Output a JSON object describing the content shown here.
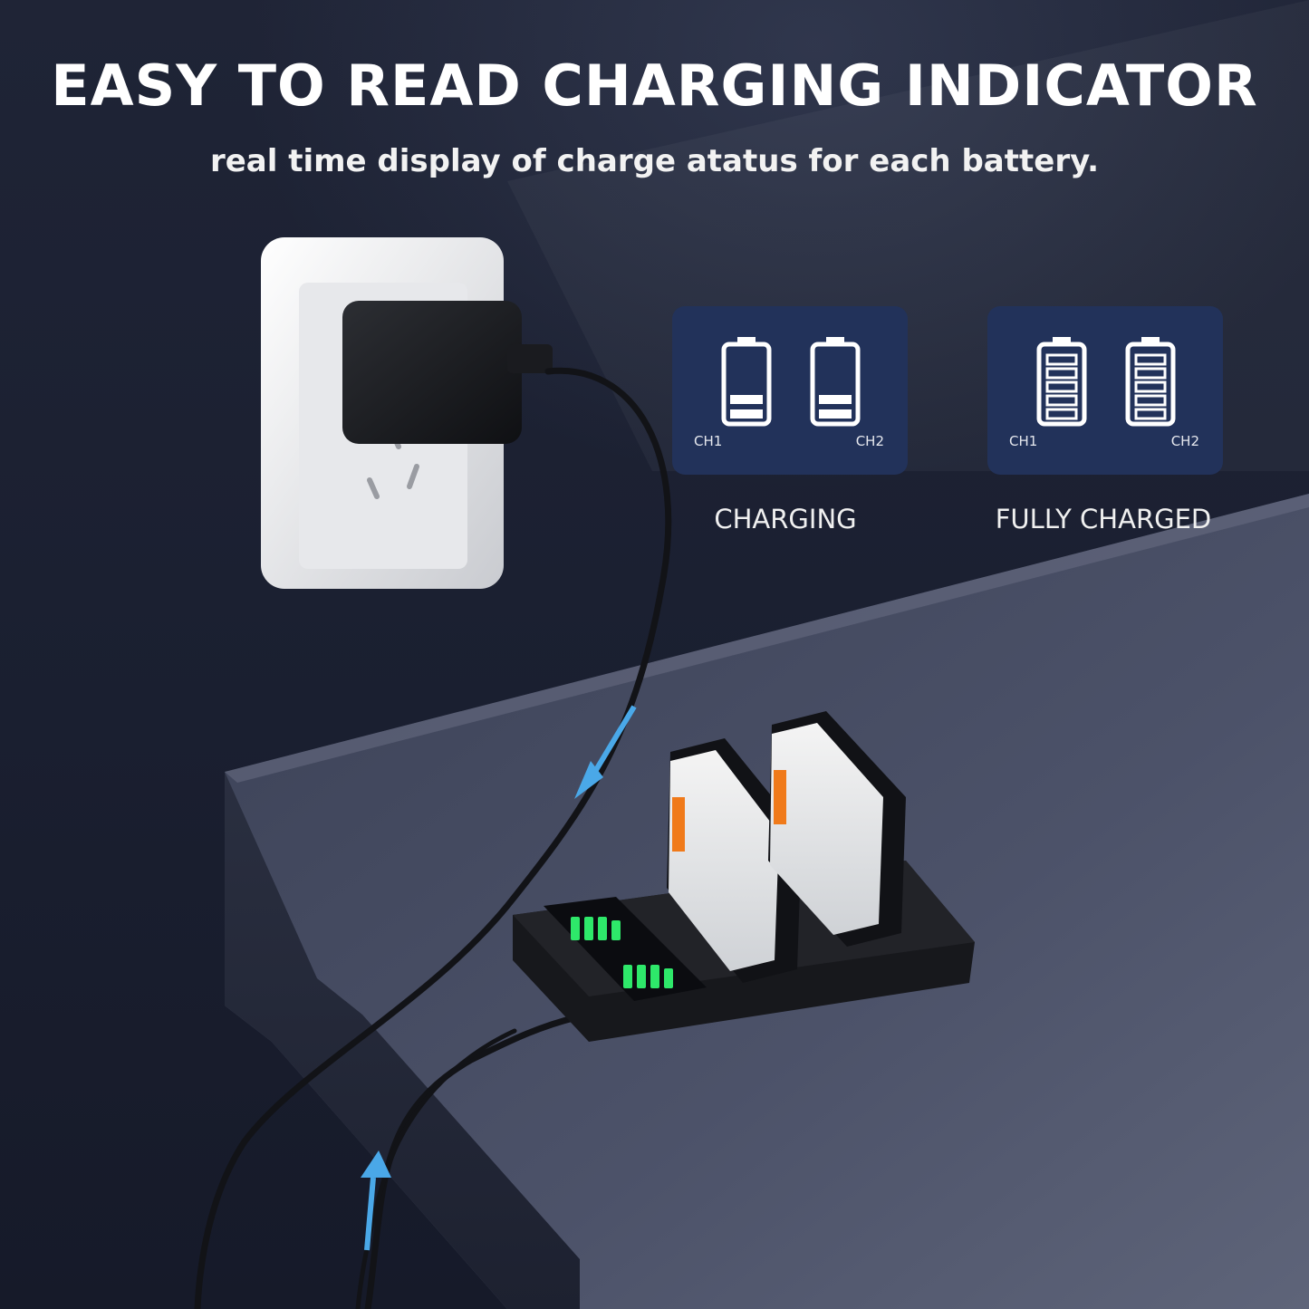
{
  "headline": "EASY TO READ CHARGING INDICATOR",
  "subheadline": "real time display of charge atatus for each battery.",
  "indicators": [
    {
      "caption": "CHARGING",
      "ch1_label": "CH1",
      "ch2_label": "CH2",
      "ch1_level": 0.4,
      "ch2_level": 0.4
    },
    {
      "caption": "FULLY CHARGED",
      "ch1_label": "CH1",
      "ch2_label": "CH2",
      "ch1_level": 1.0,
      "ch2_level": 1.0
    }
  ],
  "colors": {
    "panel": "#22325a",
    "led_green": "#2ee86a",
    "arrow_blue": "#4aa8e8"
  }
}
